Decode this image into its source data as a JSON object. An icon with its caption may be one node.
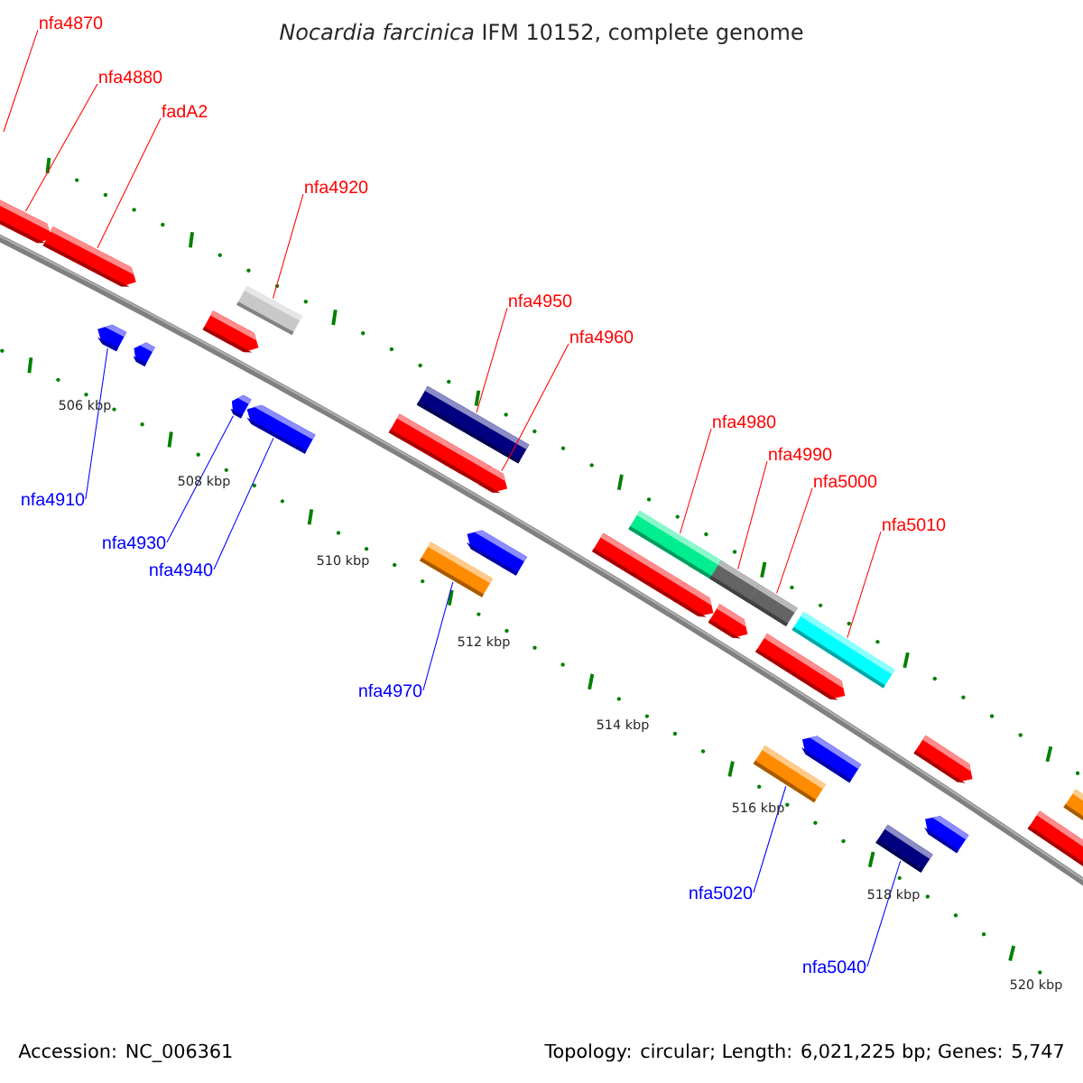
{
  "diagram": {
    "title": "*Nocardia farcinica* IFM 10152, complete genome",
    "nodes": [
      {
        "text": [
          "nfa4870"
        ]
      },
      {
        "text": [
          "nfa4880"
        ]
      },
      {
        "text": [
          "fadA2"
        ]
      },
      {
        "text": [
          "nfa4920"
        ]
      },
      {
        "text": [
          "nfa4950"
        ]
      },
      {
        "text": [
          "nfa4960"
        ]
      },
      {
        "text": [
          "nfa4980"
        ]
      },
      {
        "text": [
          "nfa4990"
        ]
      },
      {
        "text": [
          "nfa5000"
        ]
      },
      {
        "text": [
          "nfa5010"
        ]
      },
      {
        "text": [
          "nfa4910"
        ]
      },
      {
        "text": [
          "nfa4930"
        ]
      },
      {
        "text": [
          "nfa4940"
        ]
      },
      {
        "text": [
          "nfa4970"
        ]
      },
      {
        "text": [
          "nfa5020"
        ]
      },
      {
        "text": [
          "nfa5040"
        ]
      },
      {
        "text": [],
        "shape": "arrow"
      },
      {
        "text": [],
        "shape": "arrow"
      },
      {
        "text": [],
        "shape": "arrow"
      },
      {
        "text": [],
        "shape": "arrow"
      },
      {
        "text": [],
        "shape": "arrow"
      },
      {
        "text": [],
        "shape": "bar"
      },
      {
        "text": [],
        "shape": "arrow"
      },
      {
        "text": [],
        "shape": "arrow"
      },
      {
        "text": [],
        "shape": "arrow"
      },
      {
        "text": [],
        "shape": "bar"
      },
      {
        "text": [],
        "shape": "arrow"
      },
      {
        "text": [],
        "shape": "bar"
      },
      {
        "text": [],
        "shape": "arrow"
      },
      {
        "text": [],
        "shape": "arrow"
      },
      {
        "text": [],
        "shape": "bar"
      },
      {
        "text": [],
        "shape": "arrow"
      },
      {
        "text": [],
        "shape": "bar"
      },
      {
        "text": [],
        "shape": "arrow"
      },
      {
        "text": [],
        "shape": "bar"
      },
      {
        "text": [],
        "shape": "arrow"
      },
      {
        "text": [],
        "shape": "bar"
      },
      {
        "text": [],
        "shape": "bar"
      },
      {
        "text": [],
        "shape": "arrow"
      },
      {
        "text": [],
        "shape": "arrow"
      },
      {
        "text": [],
        "shape": "bar"
      },
      {
        "text": [],
        "shape": "arrow"
      },
      {
        "text": [],
        "shape": "arrow"
      },
      {
        "text": [],
        "shape": "bar"
      }
    ],
    "edges": [
      {
        "from": 0,
        "to": null,
        "arrow": "none"
      },
      {
        "from": 1,
        "to": 16,
        "arrow": "none"
      },
      {
        "from": 2,
        "to": 17,
        "arrow": "none"
      },
      {
        "from": 3,
        "to": 21,
        "arrow": "none"
      },
      {
        "from": 4,
        "to": 25,
        "arrow": "none"
      },
      {
        "from": 5,
        "to": 26,
        "arrow": "none"
      },
      {
        "from": 6,
        "to": 30,
        "arrow": "none"
      },
      {
        "from": 7,
        "to": 32,
        "arrow": "none"
      },
      {
        "from": 8,
        "to": 34,
        "arrow": "none"
      },
      {
        "from": 9,
        "to": 36,
        "arrow": "none"
      },
      {
        "from": 10,
        "to": 18,
        "arrow": "none",
        "color": "#0000ff"
      },
      {
        "from": 11,
        "to": 22,
        "arrow": "none",
        "color": "#0000ff"
      },
      {
        "from": 12,
        "to": 23,
        "arrow": "none",
        "color": "#0000ff"
      },
      {
        "from": 13,
        "to": 27,
        "arrow": "none",
        "color": "#0000ff"
      },
      {
        "from": 14,
        "to": 37,
        "arrow": "none",
        "color": "#0000ff"
      },
      {
        "from": 15,
        "to": 40,
        "arrow": "none",
        "color": "#0000ff"
      }
    ],
    "labels": [
      "506 kbp",
      "508 kbp",
      "510 kbp",
      "512 kbp",
      "514 kbp",
      "516 kbp",
      "518 kbp",
      "520 kbp",
      "Accession: NC_006361",
      "Topology: circular; Length: 6,021,225 bp; Genes: 5,747"
    ]
  }
}
